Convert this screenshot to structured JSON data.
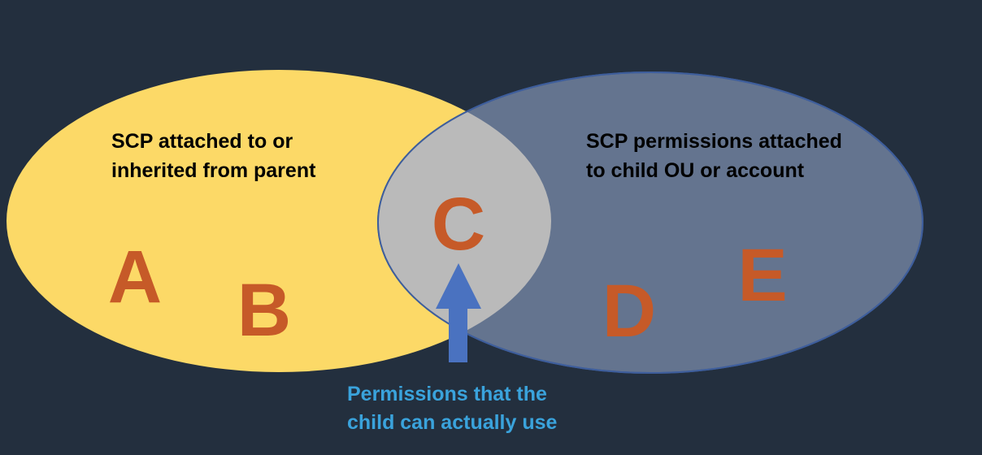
{
  "colors": {
    "background": "#232f3e",
    "left_circle_fill": "#fcd967",
    "right_circle_fill": "#64748f",
    "right_circle_stroke": "#3e5e9c",
    "overlap_fill": "#bababa",
    "letters": "#c65a28",
    "arrow": "#4a72c0",
    "caption": "#3aa3dc"
  },
  "left_set": {
    "label_line1": "SCP attached to or",
    "label_line2": "inherited from parent",
    "letters": [
      "A",
      "B"
    ]
  },
  "right_set": {
    "label_line1": "SCP permissions attached",
    "label_line2": "to child OU or account",
    "letters": [
      "D",
      "E"
    ]
  },
  "intersection": {
    "letter": "C"
  },
  "caption": {
    "line1": "Permissions that the",
    "line2": "child can actually use"
  }
}
